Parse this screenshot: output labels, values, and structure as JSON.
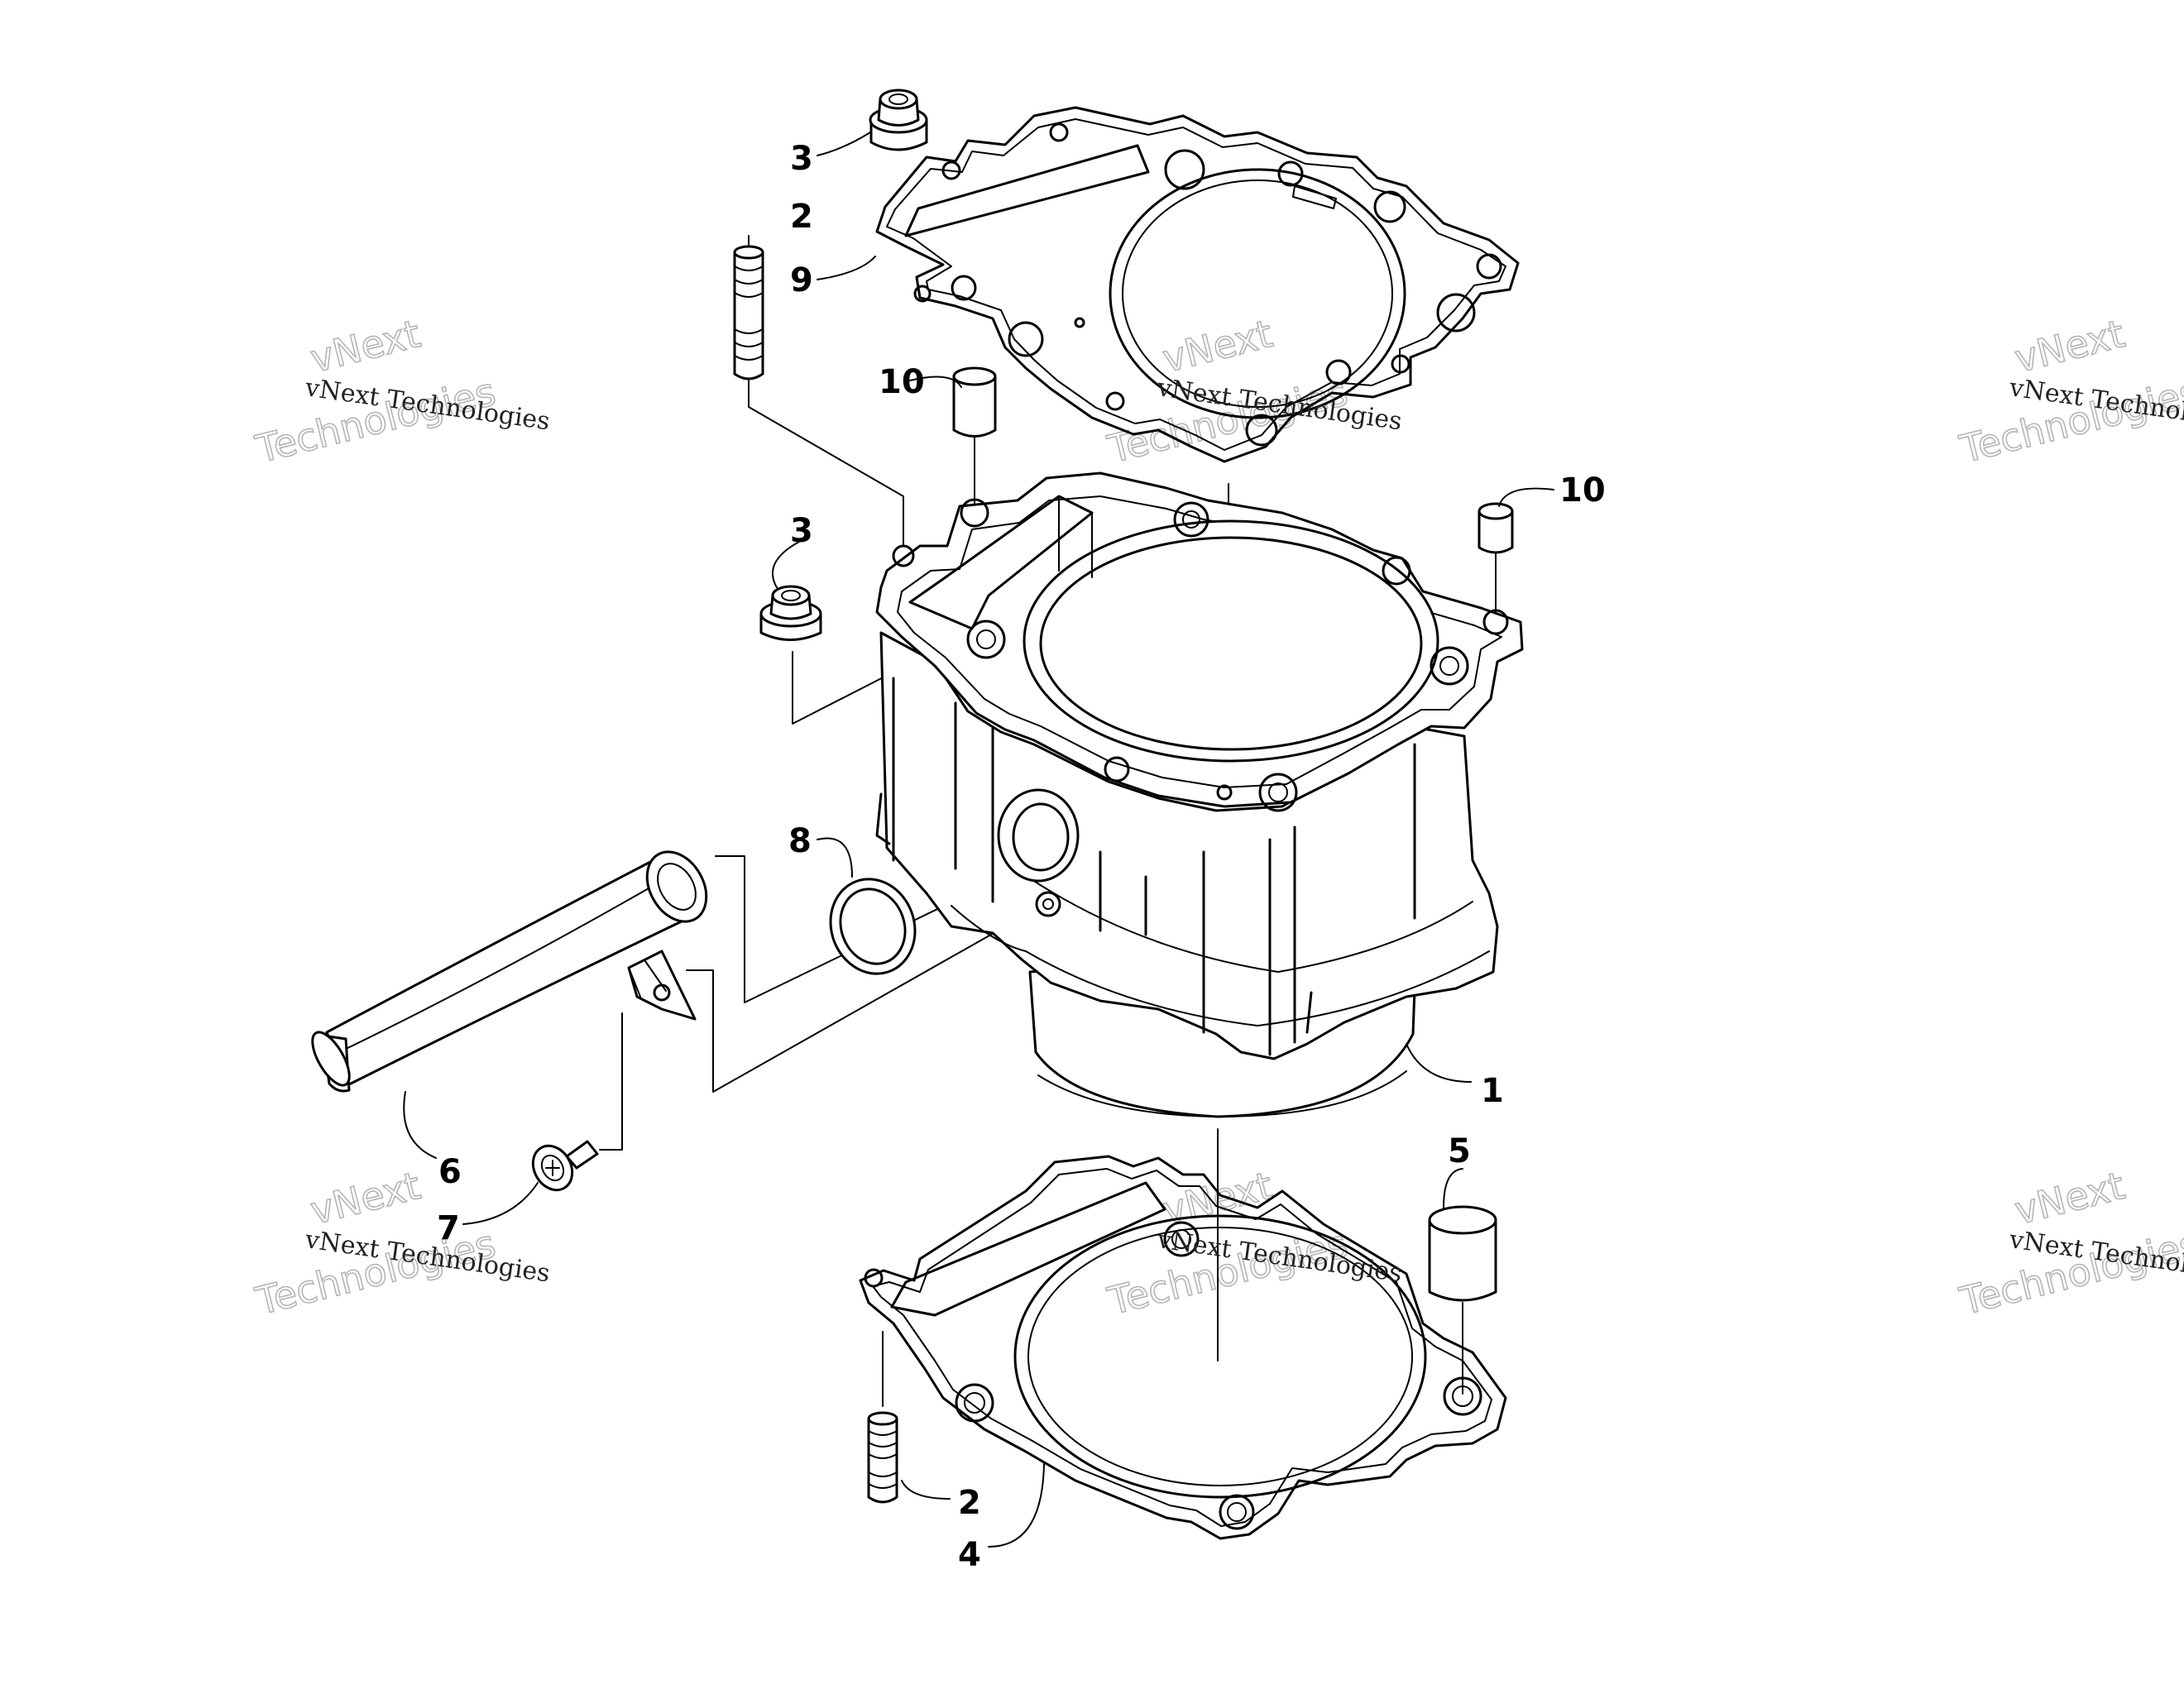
{
  "watermark": {
    "line1": "vNext Technologies",
    "outline_top": "vNext",
    "outline_bottom": "Technologies"
  },
  "callouts": {
    "c1": "1",
    "c2_top": "2",
    "c2_bottom": "2",
    "c3_top": "3",
    "c3_mid": "3",
    "c4": "4",
    "c5": "5",
    "c6": "6",
    "c7": "7",
    "c8": "8",
    "c9": "9",
    "c10_left": "10",
    "c10_right": "10"
  },
  "colors": {
    "line": "#000000",
    "background": "#ffffff",
    "watermark_outline": "#b5b5b5"
  }
}
